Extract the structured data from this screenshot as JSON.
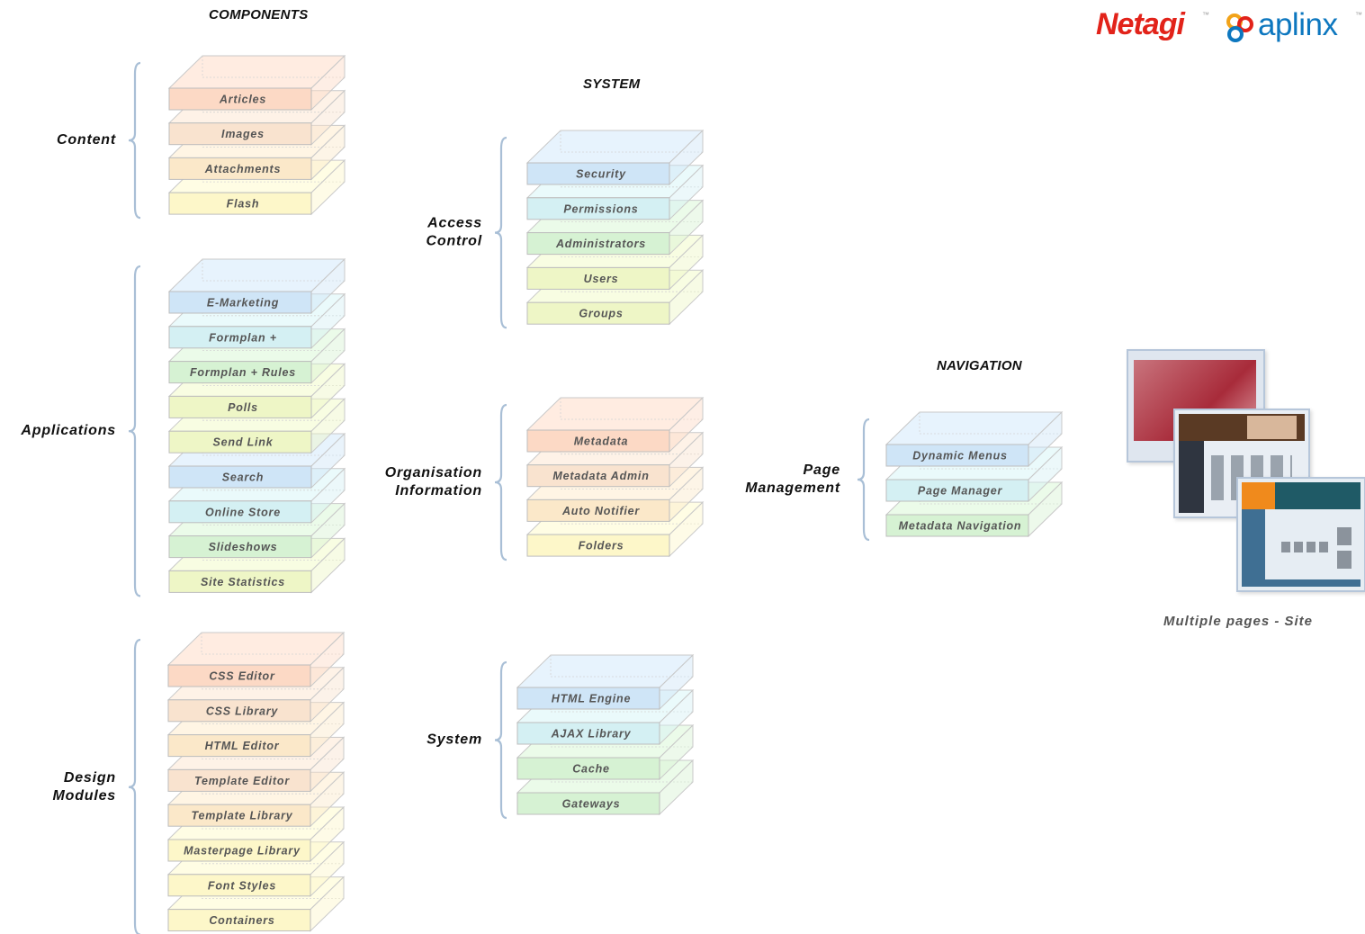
{
  "titles": {
    "components": "COMPONENTS",
    "system": "SYSTEM",
    "navigation": "NAVIGATION"
  },
  "logos": {
    "netagi": "Netagi",
    "aplinx": "aplinx",
    "tm": "™"
  },
  "caption": "Multiple pages - Site",
  "colors": {
    "orange": "#fcd9c5",
    "tan": "#f9e3cf",
    "peach": "#fbe8c9",
    "yellow": "#fdf7c9",
    "lime": "#eef6c6",
    "green": "#d6f2d3",
    "cyan": "#d4f0f3",
    "blue": "#cfe5f7",
    "netagi_red": "#e2231a",
    "aplinx_blue": "#0d77bf"
  },
  "groups": [
    {
      "id": "content",
      "label": [
        "Content"
      ],
      "layers": [
        {
          "label": "Articles",
          "color": "orange"
        },
        {
          "label": "Images",
          "color": "tan"
        },
        {
          "label": "Attachments",
          "color": "peach"
        },
        {
          "label": "Flash",
          "color": "yellow"
        }
      ]
    },
    {
      "id": "applications",
      "label": [
        "Applications"
      ],
      "layers": [
        {
          "label": "E-Marketing",
          "color": "blue"
        },
        {
          "label": "Formplan +",
          "color": "cyan"
        },
        {
          "label": "Formplan + Rules",
          "color": "green"
        },
        {
          "label": "Polls",
          "color": "lime"
        },
        {
          "label": "Send Link",
          "color": "lime"
        },
        {
          "label": "Search",
          "color": "blue"
        },
        {
          "label": "Online Store",
          "color": "cyan"
        },
        {
          "label": "Slideshows",
          "color": "green"
        },
        {
          "label": "Site Statistics",
          "color": "lime"
        }
      ]
    },
    {
      "id": "design-modules",
      "label": [
        "Design",
        "Modules"
      ],
      "layers": [
        {
          "label": "CSS Editor",
          "color": "orange"
        },
        {
          "label": "CSS Library",
          "color": "tan"
        },
        {
          "label": "HTML Editor",
          "color": "peach"
        },
        {
          "label": "Template Editor",
          "color": "tan"
        },
        {
          "label": "Template Library",
          "color": "peach"
        },
        {
          "label": "Masterpage Library",
          "color": "yellow"
        },
        {
          "label": "Font Styles",
          "color": "yellow"
        },
        {
          "label": "Containers",
          "color": "yellow"
        }
      ]
    },
    {
      "id": "access-control",
      "label": [
        "Access",
        "Control"
      ],
      "layers": [
        {
          "label": "Security",
          "color": "blue"
        },
        {
          "label": "Permissions",
          "color": "cyan"
        },
        {
          "label": "Administrators",
          "color": "green"
        },
        {
          "label": "Users",
          "color": "lime"
        },
        {
          "label": "Groups",
          "color": "lime"
        }
      ]
    },
    {
      "id": "organisation-information",
      "label": [
        "Organisation",
        "Information"
      ],
      "layers": [
        {
          "label": "Metadata",
          "color": "orange"
        },
        {
          "label": "Metadata Admin",
          "color": "tan"
        },
        {
          "label": "Auto Notifier",
          "color": "peach"
        },
        {
          "label": "Folders",
          "color": "yellow"
        }
      ]
    },
    {
      "id": "system",
      "label": [
        "System"
      ],
      "layers": [
        {
          "label": "HTML Engine",
          "color": "blue"
        },
        {
          "label": "AJAX Library",
          "color": "cyan"
        },
        {
          "label": "Cache",
          "color": "green"
        },
        {
          "label": "Gateways",
          "color": "green"
        }
      ]
    },
    {
      "id": "page-management",
      "label": [
        "Page",
        "Management"
      ],
      "layers": [
        {
          "label": "Dynamic Menus",
          "color": "blue"
        },
        {
          "label": "Page Manager",
          "color": "cyan"
        },
        {
          "label": "Metadata Navigation",
          "color": "green"
        }
      ]
    }
  ]
}
